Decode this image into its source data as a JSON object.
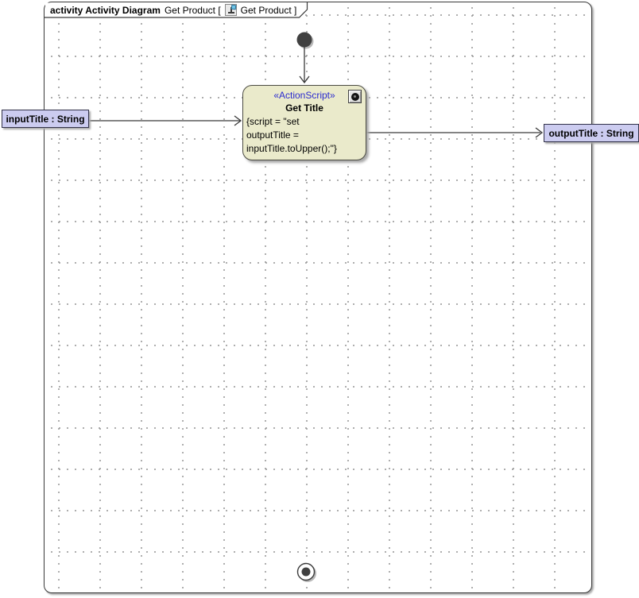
{
  "frame": {
    "title": {
      "keyword": "activity Activity Diagram",
      "context": "Get Product [",
      "diagram": "Get Product ]"
    }
  },
  "action": {
    "stereotype": "«ActionScript»",
    "name": "Get Title",
    "script_lines": [
      "{script = \"set",
      "outputTitle =",
      "inputTitle.toUpper();\"}"
    ]
  },
  "pins": {
    "input": {
      "label": "inputTitle : String"
    },
    "output": {
      "label": "outputTitle : String"
    }
  },
  "icons": [
    {
      "name": "activity-diagram-icon",
      "meaning": "diagram type icon in frame title"
    },
    {
      "name": "behavior-gear-icon",
      "meaning": "script behavior icon in action corner"
    }
  ],
  "colors": {
    "frame_border": "#3a3a3a",
    "grid_dot": "#9a9a9a",
    "action_fill": "#eaeacb",
    "action_border": "#4a4a42",
    "stereotype_text": "#2a2ace",
    "pin_fill": "#ccccf0",
    "pin_border": "#33334a",
    "node_fill": "#404040",
    "line_color": "#3a3a3a",
    "shadow_color": "#a8a8a8",
    "text_color": "#000000"
  }
}
